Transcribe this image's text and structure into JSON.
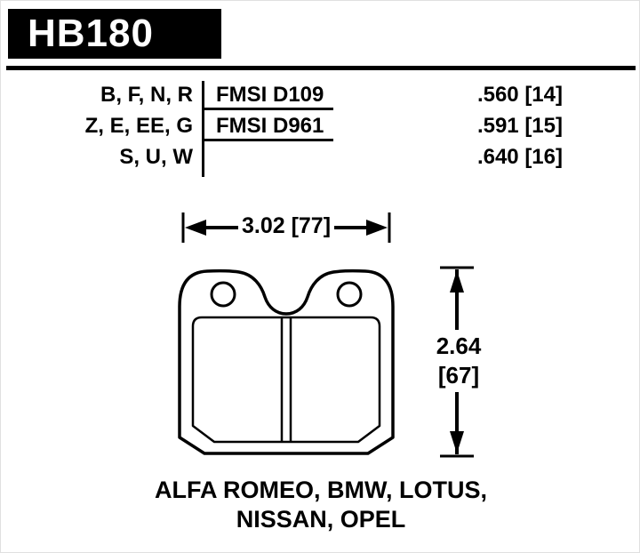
{
  "part_number": "HB180",
  "table": {
    "rows": [
      {
        "compounds": "B, F, N, R",
        "fmsi": "FMSI D109",
        "thickness": ".560 [14]"
      },
      {
        "compounds": "Z, E, EE, G",
        "fmsi": "FMSI D961",
        "thickness": ".591 [15]"
      },
      {
        "compounds": "S, U, W",
        "fmsi": "",
        "thickness": ".640 [16]"
      }
    ]
  },
  "dimensions": {
    "width": "3.02 [77]",
    "height_in": "2.64",
    "height_mm": "[67]"
  },
  "applications": [
    "ALFA ROMEO, BMW, LOTUS,",
    "NISSAN, OPEL"
  ],
  "colors": {
    "ink": "#000000",
    "background": "#ffffff"
  }
}
